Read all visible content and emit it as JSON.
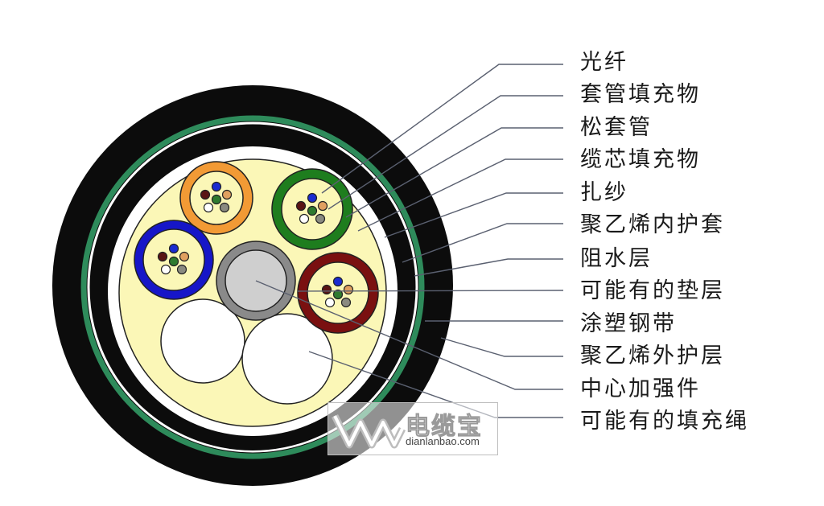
{
  "diagram": {
    "type": "cable-cross-section",
    "description": "Armored loose-tube optical fiber cable cross section with labeled layers",
    "colors": {
      "outer_sheath": "#0c0c0c",
      "tape_stripe": "#2e8b5b",
      "core_filler": "#fbf7b7",
      "tube_orange": "#f29a35",
      "tube_green": "#1e7d1e",
      "tube_blue": "#1616c8",
      "tube_darkred": "#7a1010",
      "strength_member_ring": "#8a8a8a",
      "strength_member_core": "#cfcfcf",
      "filler_rope": "#ffffff",
      "leader_line": "#5a6070"
    },
    "fiber_colors": [
      "#1a2bd0",
      "#5a1414",
      "#2f7a2f",
      "#e0a060",
      "#ffffff",
      "#8a8a80"
    ]
  },
  "labels": [
    {
      "id": "fiber",
      "text": "光纤"
    },
    {
      "id": "tube-filler",
      "text": "套管填充物"
    },
    {
      "id": "loose-tube",
      "text": "松套管"
    },
    {
      "id": "cable-core-filler",
      "text": "缆芯填充物"
    },
    {
      "id": "binder-yarn",
      "text": "扎纱"
    },
    {
      "id": "pe-inner-sheath",
      "text": "聚乙烯内护套"
    },
    {
      "id": "water-blocking-layer",
      "text": "阻水层"
    },
    {
      "id": "optional-bedding-layer",
      "text": "可能有的垫层"
    },
    {
      "id": "coated-steel-tape",
      "text": "涂塑钢带"
    },
    {
      "id": "pe-outer-sheath",
      "text": "聚乙烯外护层"
    },
    {
      "id": "central-strength-member",
      "text": "中心加强件"
    },
    {
      "id": "optional-filler-rope",
      "text": "可能有的填充绳"
    }
  ],
  "watermark": {
    "name_cn": "电缆宝",
    "domain": "dianlanbao.com"
  }
}
